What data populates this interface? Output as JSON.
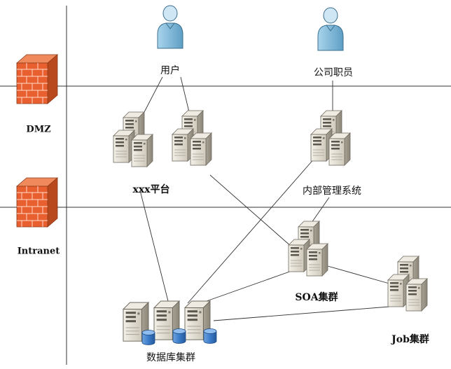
{
  "zones": {
    "dmz": "DMZ",
    "intranet": "Intranet"
  },
  "nodes": {
    "user": {
      "label": "用户"
    },
    "employee": {
      "label": "公司职员"
    },
    "xxx_platform": {
      "label": "xxx平台"
    },
    "internal_mgmt": {
      "label": "内部管理系统"
    },
    "soa_cluster": {
      "label": "SOA集群"
    },
    "database_cluster": {
      "label": "数据库集群"
    },
    "job_cluster": {
      "label": "Job集群"
    }
  },
  "colors": {
    "firewall_brick": "#e8602f",
    "person_body": "#7fb8d8",
    "server_body": "#e6e1d6",
    "database_cylinder": "#3a7bc8"
  },
  "icons": {
    "firewall": "firewall-icon",
    "person": "person-icon",
    "server": "server-icon",
    "database": "database-icon"
  }
}
